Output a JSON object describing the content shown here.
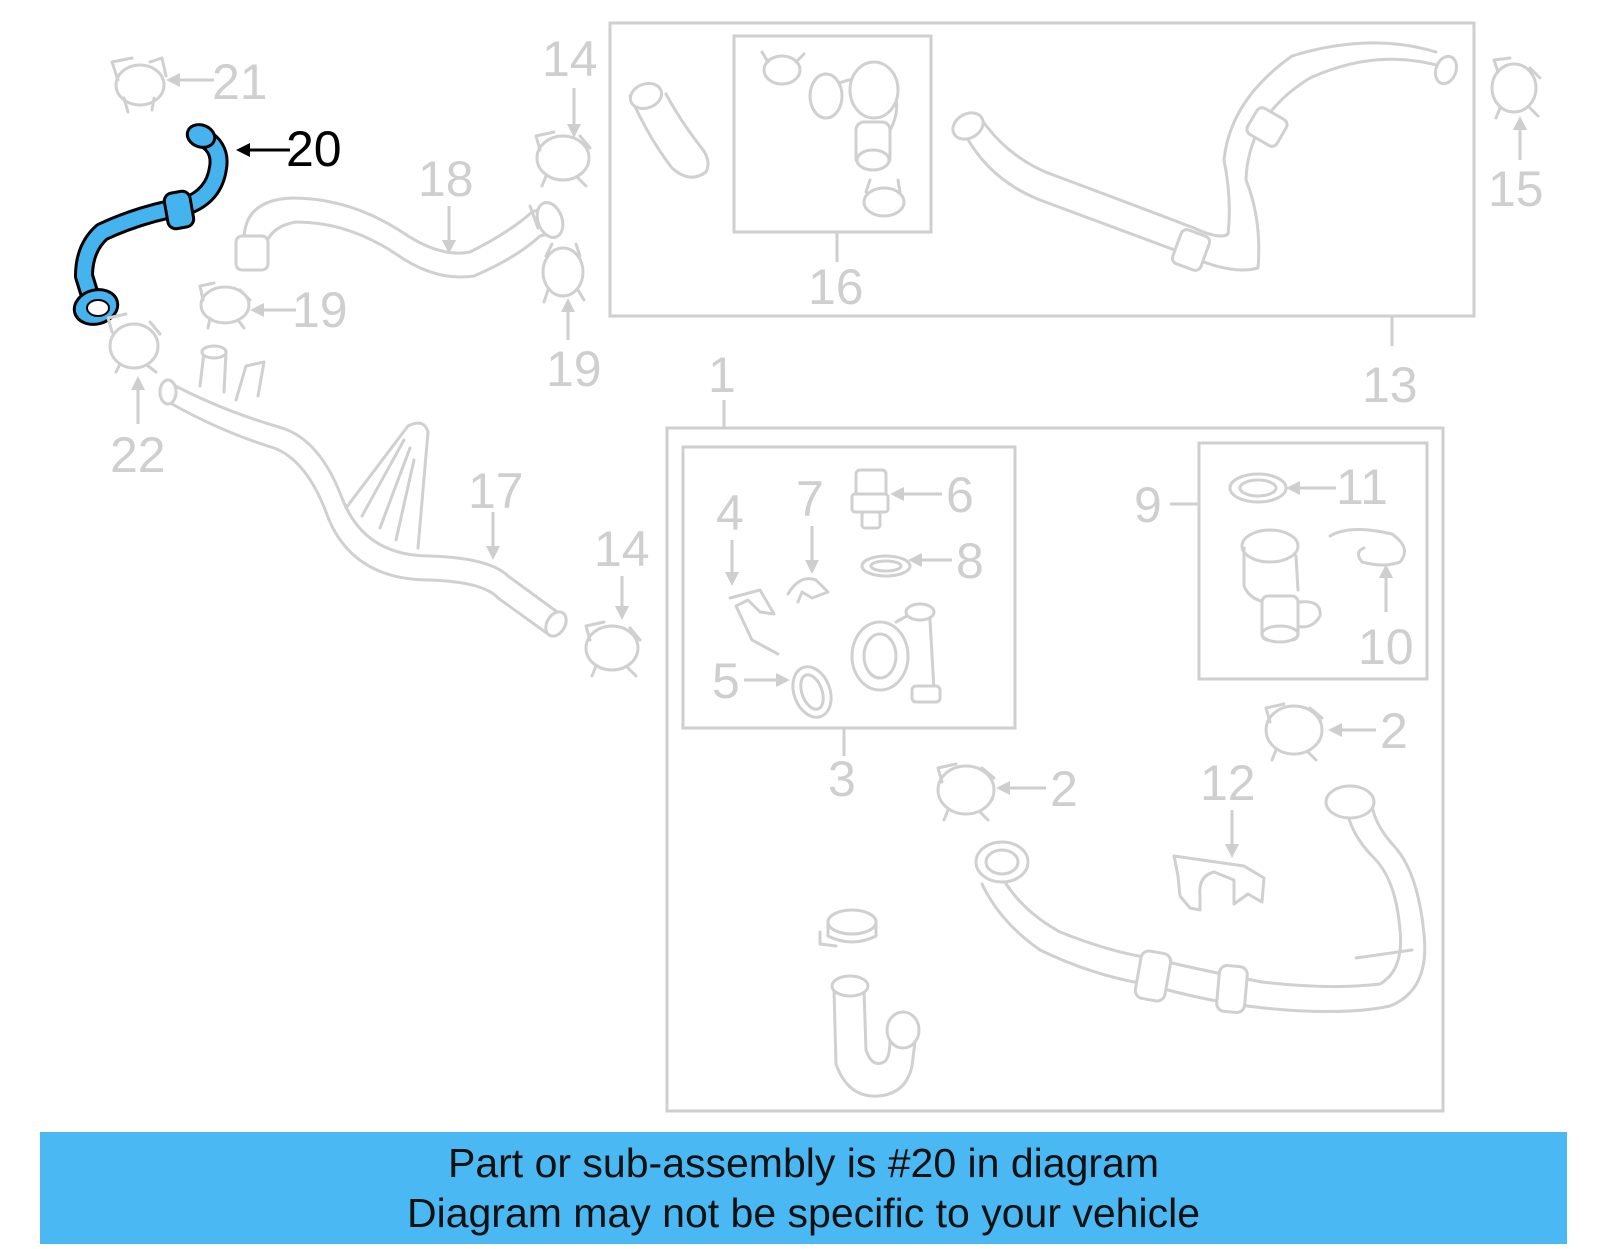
{
  "banner": {
    "line1": "Part or sub-assembly is #20 in diagram",
    "line2": "Diagram may not be specific to your vehicle",
    "color": "#4ab8f2"
  },
  "highlight": {
    "part": "20",
    "color": "#45b4ee"
  },
  "callouts": {
    "c1": "1",
    "c2a": "2",
    "c2b": "2",
    "c3": "3",
    "c4": "4",
    "c5": "5",
    "c6": "6",
    "c7": "7",
    "c8": "8",
    "c9": "9",
    "c10": "10",
    "c11": "11",
    "c12": "12",
    "c13": "13",
    "c14a": "14",
    "c14b": "14",
    "c15": "15",
    "c16": "16",
    "c17": "17",
    "c18": "18",
    "c19a": "19",
    "c19b": "19",
    "c20": "20",
    "c21": "21",
    "c22": "22"
  }
}
